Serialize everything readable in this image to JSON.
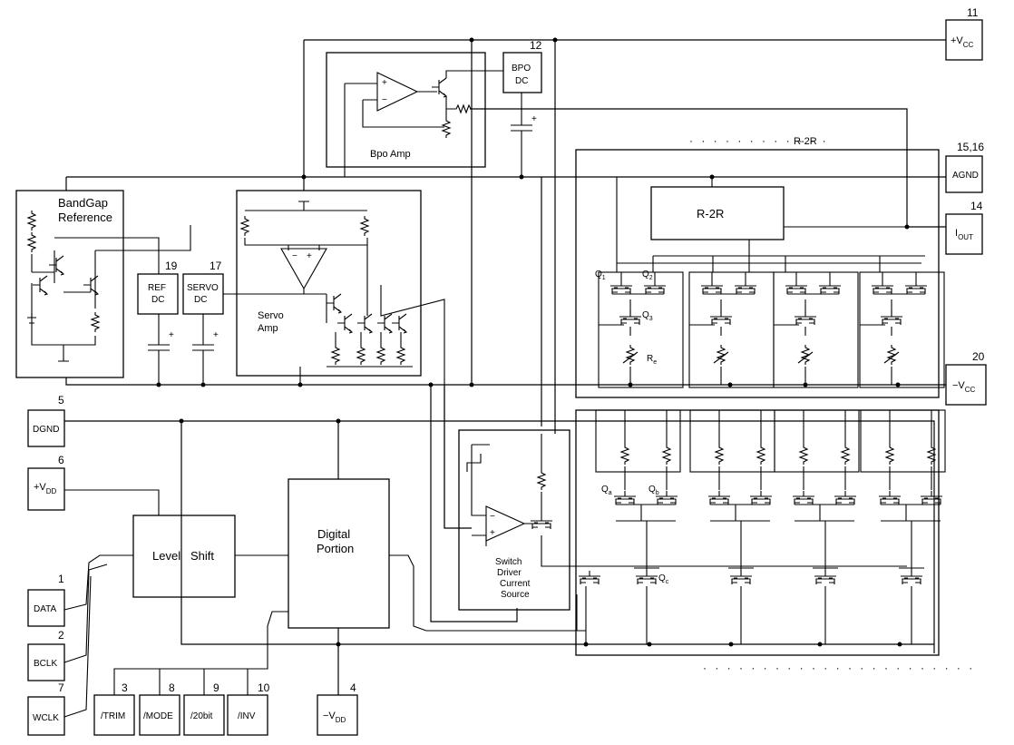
{
  "blocks": {
    "bandgap": "BandGap Reference",
    "bandgap_l1": "BandGap",
    "bandgap_l2": "Reference",
    "bpo_amp": "Bpo Amp",
    "bpo_dc_l1": "BPO",
    "bpo_dc_l2": "DC",
    "servo_amp_l1": "Servo",
    "servo_amp_l2": "Amp",
    "ref_dc_l1": "REF",
    "ref_dc_l2": "DC",
    "servo_dc_l1": "SERVO",
    "servo_dc_l2": "DC",
    "r2r": "R-2R",
    "r2r_top": "R-2R",
    "level": "Level",
    "shift": "Shift",
    "digital_l1": "Digital",
    "digital_l2": "Portion",
    "switch_l1": "Switch",
    "switch_l2": "Driver",
    "switch_l3": "Current",
    "switch_l4": "Source"
  },
  "pins": {
    "vcc": {
      "num": "11",
      "label": "+V",
      "sub": "CC"
    },
    "agnd": {
      "num": "15,16",
      "label": "AGND"
    },
    "iout": {
      "num": "14",
      "label": "I",
      "sub": "OUT"
    },
    "nvcc": {
      "num": "20",
      "label": "−V",
      "sub": "CC"
    },
    "dgnd": {
      "num": "5",
      "label": "DGND"
    },
    "vdd": {
      "num": "6",
      "label": "+V",
      "sub": "DD"
    },
    "data": {
      "num": "1",
      "label": "DATA"
    },
    "bclk": {
      "num": "2",
      "label": "BCLK"
    },
    "wclk": {
      "num": "7",
      "label": "WCLK"
    },
    "trim": {
      "num": "3",
      "label": "/TRIM"
    },
    "mode": {
      "num": "8",
      "label": "/MODE"
    },
    "bit20": {
      "num": "9",
      "label": "/20bit"
    },
    "inv": {
      "num": "10",
      "label": "/INV"
    },
    "nvdd": {
      "num": "4",
      "label": "−V",
      "sub": "DD"
    },
    "bpo_pin": {
      "num": "12"
    },
    "ref_pin": {
      "num": "19"
    },
    "servo_pin": {
      "num": "17"
    }
  },
  "devices": {
    "q1": "Q",
    "q1_sub": "1",
    "q2": "Q",
    "q2_sub": "2",
    "q3": "Q",
    "q3_sub": "3",
    "re": "R",
    "re_sub": "e",
    "qa": "Q",
    "qa_sub": "a",
    "qb": "Q",
    "qb_sub": "b",
    "qc": "Q",
    "qc_sub": "c",
    "plus": "+",
    "minus": "−"
  },
  "colors": {
    "line": "#000000",
    "background": "#ffffff"
  }
}
